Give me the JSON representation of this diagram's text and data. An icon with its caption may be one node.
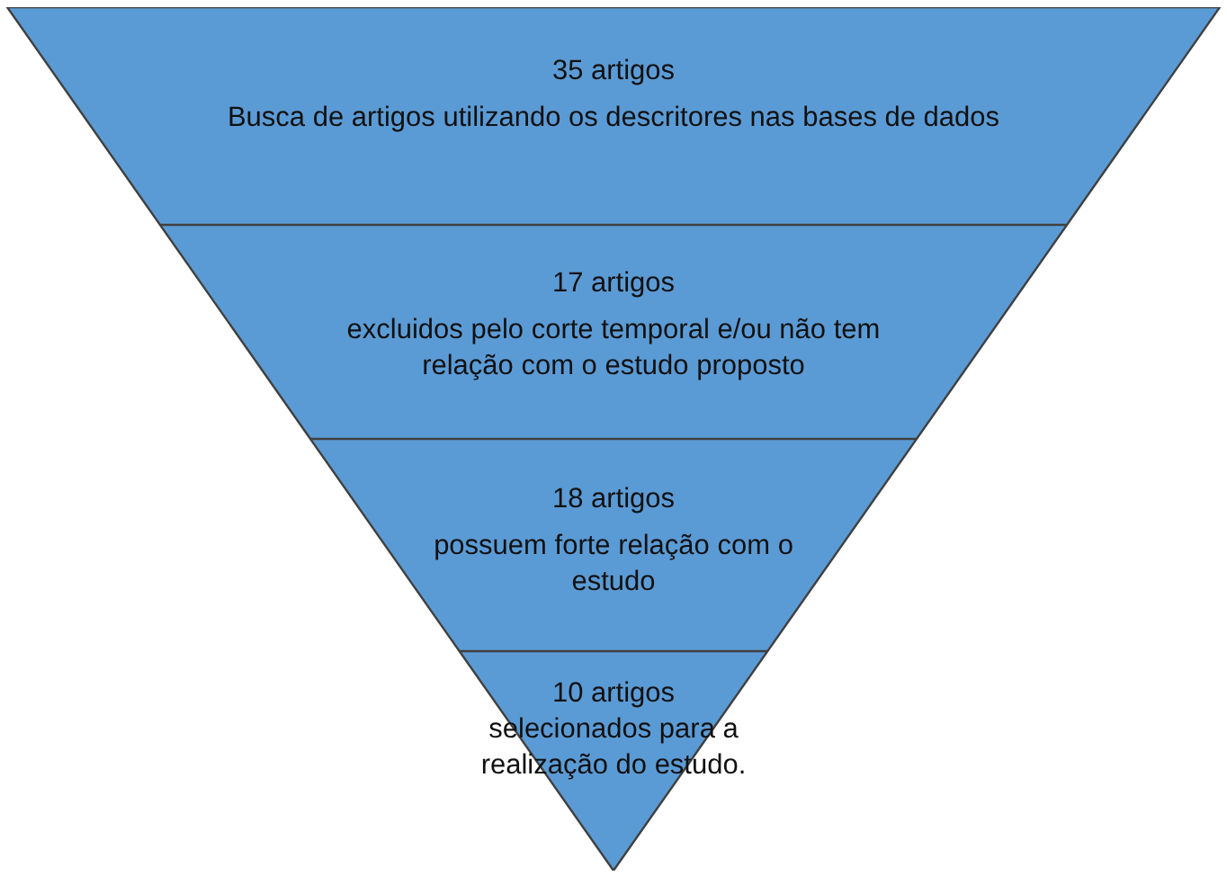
{
  "diagram": {
    "nodes": [
      {
        "text": [
          "35 artigos",
          "Busca de artigos utilizando os descritores nas bases de dados"
        ]
      },
      {
        "text": [
          "17 artigos",
          "excluidos pelo corte temporal e/ou não tem relação com o estudo proposto"
        ]
      },
      {
        "text": [
          "18 artigos",
          "possuem forte relação com o estudo"
        ]
      },
      {
        "text": [
          "10 artigos",
          "selecionados para a realização do estudo."
        ]
      }
    ]
  }
}
